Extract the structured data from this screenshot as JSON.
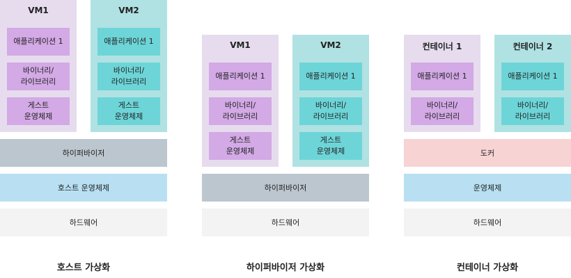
{
  "host": {
    "vm1": {
      "title": "VM1",
      "app": "애플리케이션 1",
      "bins": "바이너리/\n라이브러리",
      "guest_os": "게스트\n운영체제"
    },
    "vm2": {
      "title": "VM2",
      "app": "애플리케이션 1",
      "bins": "바이너리/\n라이브러리",
      "guest_os": "게스트\n운영체제"
    },
    "hypervisor": "하이퍼바이저",
    "host_os": "호스트 운영체제",
    "hardware": "하드웨어",
    "caption": "호스트 가상화"
  },
  "hypervisor": {
    "vm1": {
      "title": "VM1",
      "app": "애플리케이션 1",
      "bins": "바이너리/\n라이브러리",
      "guest_os": "게스트\n운영체제"
    },
    "vm2": {
      "title": "VM2",
      "app": "애플리케이션 1",
      "bins": "바이너리/\n라이브러리",
      "guest_os": "게스트\n운영체제"
    },
    "hypervisor": "하이퍼바이저",
    "hardware": "하드웨어",
    "caption": "하이퍼바이저 가상화"
  },
  "container": {
    "c1": {
      "title": "컨테이너 1",
      "app": "애플리케이션 1",
      "bins": "바이너리/\n라이브러리"
    },
    "c2": {
      "title": "컨테이너 2",
      "app": "애플리케이션 1",
      "bins": "바이너리/\n라이브러리"
    },
    "docker": "도커",
    "os": "운영체제",
    "hardware": "하드웨어",
    "caption": "컨테이너 가상화"
  },
  "colors": {
    "vm_box_purple": "#e6dcee",
    "vm_box_teal": "#b0e2e3",
    "cell_purple": "#d3a9e6",
    "cell_teal": "#6dd5d8",
    "hypervisor": "#bcc6ce",
    "host_os": "#b8e0f2",
    "hardware": "#f3f3f3",
    "docker": "#f7d3d3"
  }
}
